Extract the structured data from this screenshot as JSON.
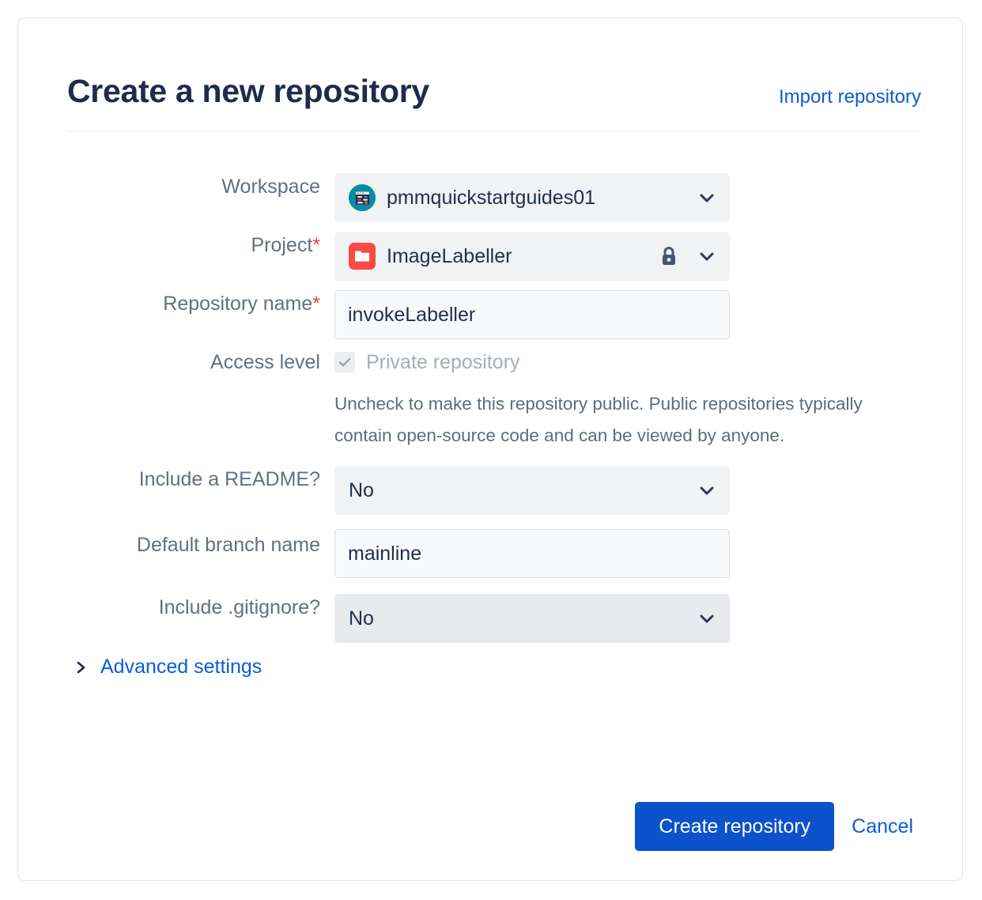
{
  "header": {
    "title": "Create a new repository",
    "import_link": "Import repository"
  },
  "form": {
    "workspace": {
      "label": "Workspace",
      "value": "pmmquickstartguides01",
      "avatar_icon": "workspace-avatar-icon",
      "chevron_icon": "chevron-down-icon"
    },
    "project": {
      "label": "Project",
      "required_mark": "*",
      "value": "ImageLabeller",
      "avatar_icon": "project-folder-icon",
      "lock_icon": "lock-icon",
      "chevron_icon": "chevron-down-icon"
    },
    "repository_name": {
      "label": "Repository name",
      "required_mark": "*",
      "value": "invokeLabeller",
      "placeholder": "Repository name"
    },
    "access_level": {
      "label": "Access level",
      "checkbox_label": "Private repository",
      "checked": "true",
      "check_icon": "checkmark-icon",
      "helper_text": "Uncheck to make this repository public. Public repositories typically contain open-source code and can be viewed by anyone."
    },
    "include_readme": {
      "label": "Include a README?",
      "value": "No",
      "chevron_icon": "chevron-down-icon"
    },
    "default_branch": {
      "label": "Default branch name",
      "value": "mainline",
      "placeholder": "Default branch name"
    },
    "include_gitignore": {
      "label": "Include .gitignore?",
      "value": "No",
      "chevron_icon": "chevron-down-icon"
    },
    "advanced_settings": {
      "label": "Advanced settings",
      "chevron_icon": "chevron-right-icon"
    }
  },
  "actions": {
    "create_label": "Create repository",
    "cancel_label": "Cancel"
  },
  "colors": {
    "accent_blue": "#0b52cc",
    "link_blue": "#0b5cd5",
    "title_navy": "#1e2b4d",
    "label_gray": "#626f86",
    "required_red": "#e2483d",
    "workspace_avatar_teal": "#0a8ba3",
    "project_avatar_red": "#fc4b45"
  }
}
